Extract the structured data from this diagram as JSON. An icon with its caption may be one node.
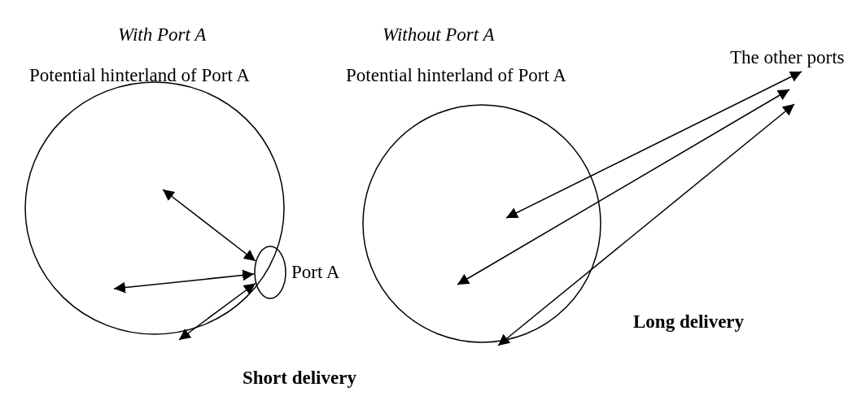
{
  "diagram": {
    "nodes": [
      {
        "text": [
          "Potential hinterland of Port A"
        ]
      },
      {
        "text": [
          "Port A"
        ]
      },
      {
        "text": [
          "Potential hinterland of Port A"
        ]
      },
      {
        "text": [
          "The other ports"
        ]
      }
    ],
    "edges": [
      {
        "from": 0,
        "to": 1,
        "arrow": "both"
      },
      {
        "from": 0,
        "to": 1,
        "arrow": "both"
      },
      {
        "from": 0,
        "to": 1,
        "arrow": "both"
      },
      {
        "from": 2,
        "to": 3,
        "arrow": "both"
      },
      {
        "from": 2,
        "to": 3,
        "arrow": "both"
      },
      {
        "from": 2,
        "to": 3,
        "arrow": "both"
      }
    ],
    "labels": [
      "With Port A",
      "Without Port A",
      "Short delivery",
      "Long delivery"
    ]
  }
}
